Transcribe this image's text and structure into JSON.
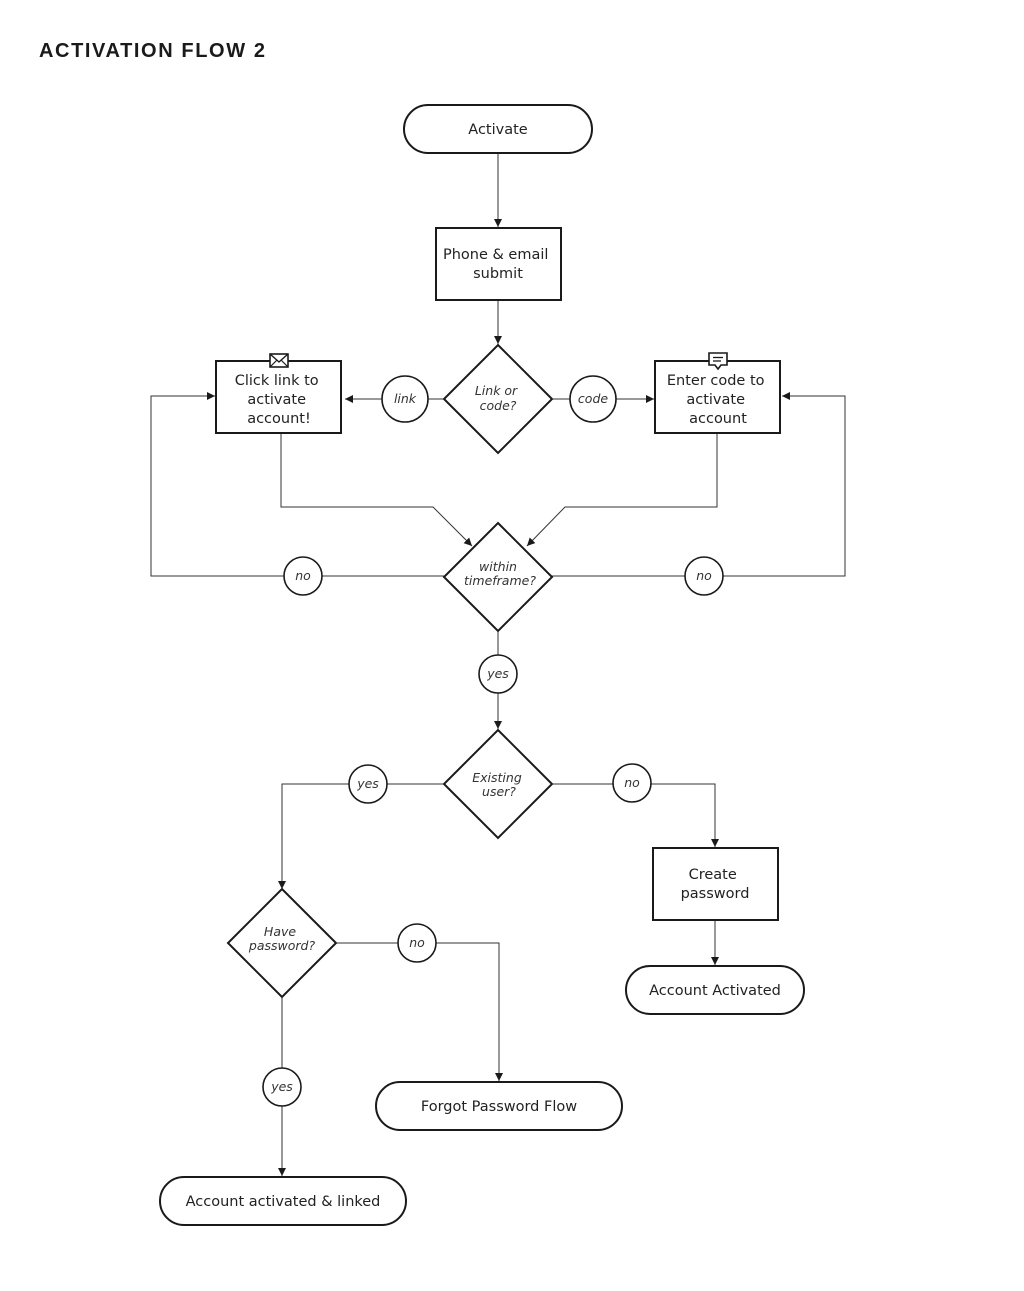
{
  "title": "ACTIVATION FLOW 2",
  "nodes": {
    "activate": "Activate",
    "phone_email": [
      "Phone & email",
      "submit"
    ],
    "link_or_code": [
      "Link or",
      "code?"
    ],
    "click_link": [
      "Click link to",
      "activate",
      "account!"
    ],
    "enter_code": [
      "Enter code to",
      "activate",
      "account"
    ],
    "within_timeframe": [
      "within",
      "timeframe?"
    ],
    "existing_user": [
      "Existing",
      "user?"
    ],
    "create_password": [
      "Create",
      "password"
    ],
    "account_activated": "Account Activated",
    "have_password": [
      "Have",
      "password?"
    ],
    "forgot_password": "Forgot Password Flow",
    "activated_linked": "Account activated & linked"
  },
  "labels": {
    "link": "link",
    "code": "code",
    "no_left": "no",
    "no_right": "no",
    "yes_timeframe": "yes",
    "yes_existing": "yes",
    "no_existing": "no",
    "no_have": "no",
    "yes_have": "yes"
  },
  "icons": {
    "click_link": "envelope-icon",
    "enter_code": "message-icon"
  }
}
